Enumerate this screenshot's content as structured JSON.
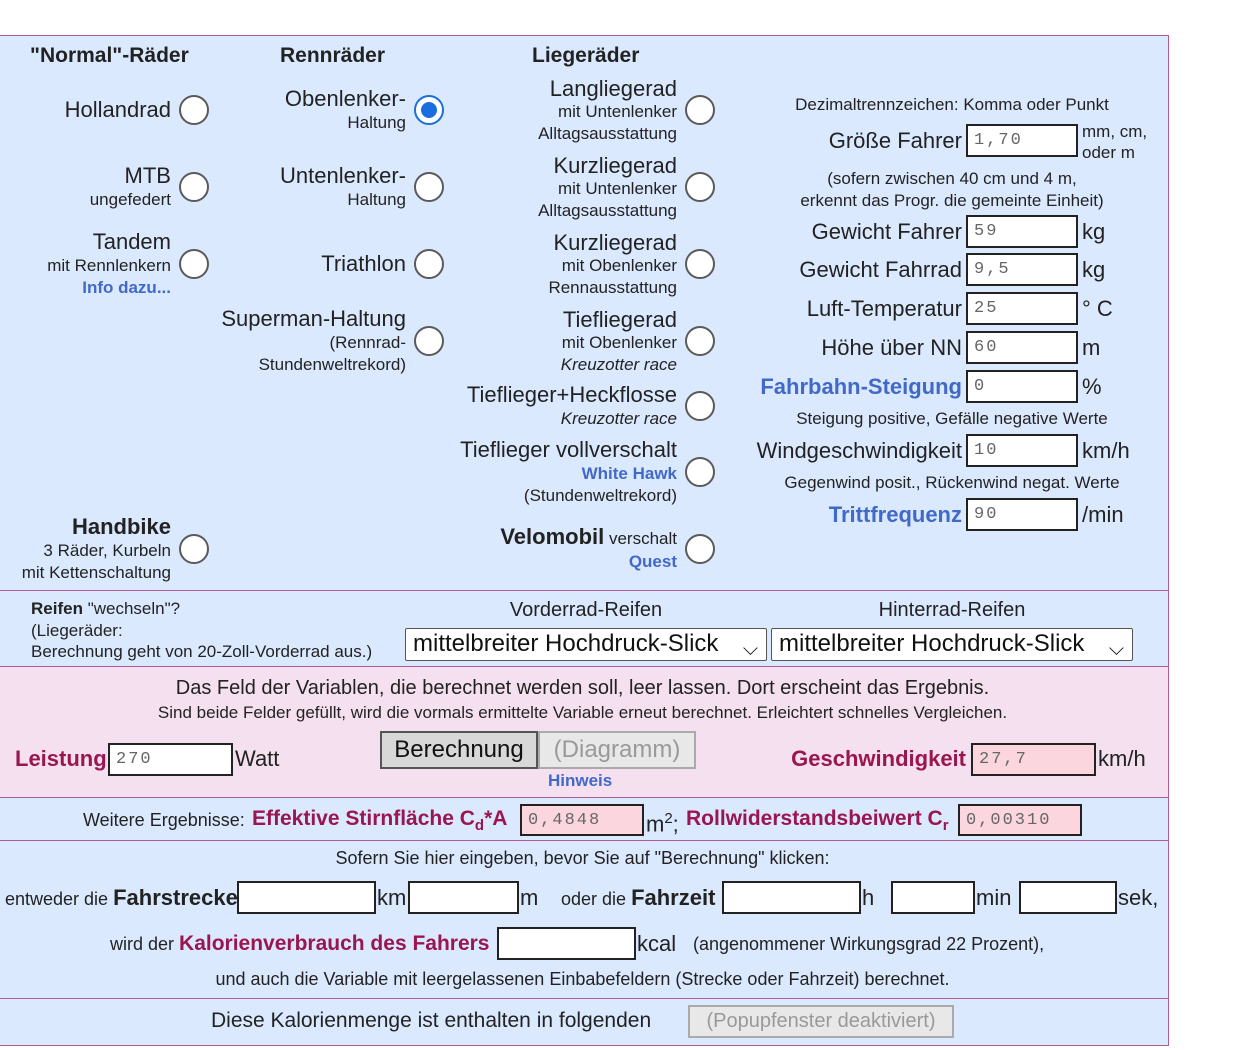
{
  "bikes": {
    "col_normal": "\"Normal\"-Räder",
    "col_race": "Rennräder",
    "col_recumbent": "Liegeräder",
    "hollandrad": "Hollandrad",
    "mtb": "MTB",
    "mtb_sub": "ungefedert",
    "tandem": "Tandem",
    "tandem_sub": "mit Rennlenkern",
    "tandem_info": "Info dazu...",
    "handbike": "Handbike",
    "handbike_sub1": "3 Räder, Kurbeln",
    "handbike_sub2": "mit Kettenschaltung",
    "oben": "Obenlenker-",
    "oben_sub": "Haltung",
    "unten": "Untenlenker-",
    "unten_sub": "Haltung",
    "triathlon": "Triathlon",
    "superman": "Superman-Haltung",
    "superman_sub1": "(Rennrad-",
    "superman_sub2": "Stundenweltrekord)",
    "lang": "Langliegerad",
    "lang_sub1": "mit Untenlenker",
    "lang_sub2": "Alltagsausstattung",
    "kurz1": "Kurzliegerad",
    "kurz1_sub1": "mit Untenlenker",
    "kurz1_sub2": "Alltagsausstattung",
    "kurz2": "Kurzliegerad",
    "kurz2_sub1": "mit Obenlenker",
    "kurz2_sub2": "Rennausstattung",
    "tief": "Tiefliegerad",
    "tief_sub1": "mit Obenlenker",
    "tief_sub2": "Kreuzotter race",
    "heck": "Tieflieger+Heckflosse",
    "heck_sub": "Kreuzotter race",
    "voll": "Tieflieger vollverschalt",
    "voll_sub1": "White Hawk",
    "voll_sub2": "(Stundenweltrekord)",
    "velo": "Velomobil",
    "velo_rest": " verschalt",
    "velo_sub": "Quest"
  },
  "params": {
    "decimal_note": "Dezimaltrennzeichen: Komma oder Punkt",
    "height_label": "Größe Fahrer",
    "height_value": "1,70",
    "height_unit1": "mm, cm,",
    "height_unit2": "oder m",
    "height_note1": "(sofern zwischen 40 cm und 4 m,",
    "height_note2": "erkennt das Progr. die gemeinte Einheit)",
    "weight_rider_label": "Gewicht Fahrer",
    "weight_rider_value": "59",
    "weight_rider_unit": "kg",
    "weight_bike_label": "Gewicht Fahrrad",
    "weight_bike_value": "9,5",
    "weight_bike_unit": "kg",
    "temp_label": "Luft-Temperatur",
    "temp_value": "25",
    "temp_unit": "° C",
    "alt_label": "Höhe über NN",
    "alt_value": "60",
    "alt_unit": "m",
    "slope_label": "Fahrbahn-Steigung",
    "slope_value": "0",
    "slope_unit": "%",
    "slope_note": "Steigung positive, Gefälle negative Werte",
    "wind_label": "Windgeschwindigkeit",
    "wind_value": "10",
    "wind_unit": "km/h",
    "wind_note": "Gegenwind posit., Rückenwind negat. Werte",
    "cadence_label": "Trittfrequenz",
    "cadence_value": "90",
    "cadence_unit": "/min"
  },
  "tires": {
    "title_bold": "Reifen",
    "title_rest": " \"wechseln\"?",
    "note1": "(Liegeräder:",
    "note2": "Berechnung geht von 20-Zoll-Vorderrad aus.)",
    "front_label": "Vorderrad-Reifen",
    "front_value": "mittelbreiter Hochdruck-Slick",
    "rear_label": "Hinterrad-Reifen",
    "rear_value": "mittelbreiter Hochdruck-Slick"
  },
  "calc": {
    "line1": "Das Feld der Variablen, die berechnet werden soll, leer lassen. Dort erscheint das Ergebnis.",
    "line2": "Sind beide Felder gefüllt, wird die vormals ermittelte Variable erneut berechnet. Erleichtert schnelles Vergleichen.",
    "power_label": "Leistung",
    "power_value": "270",
    "power_unit": "Watt",
    "calc_button": "Berechnung",
    "diagram_button": "(Diagramm)",
    "hints": "Hinweis",
    "speed_label": "Geschwindigkeit",
    "speed_value": "27,7",
    "speed_unit": "km/h"
  },
  "results": {
    "prefix": "Weitere Ergebnisse: ",
    "area_label": "Effektive Stirnfläche C",
    "area_sub": "d",
    "area_suffix": "*A",
    "area_value": "0,4848",
    "area_unit": "m",
    "area_exp": "2",
    "sep": ";",
    "roll_label": "Rollwiderstandsbeiwert C",
    "roll_sub": "r",
    "roll_value": "0,00310"
  },
  "distance": {
    "intro": "Sofern Sie hier eingeben, bevor Sie auf \"Berechnung\" klicken:",
    "either": "entweder die ",
    "dist_label": "Fahrstrecke",
    "km": "km",
    "m": "m",
    "or": "oder die ",
    "time_label": "Fahrzeit",
    "h": "h",
    "min": "min",
    "sek": "sek,",
    "kcal_prefix": "wird der ",
    "kcal_label": "Kalorienverbrauch des Fahrers",
    "kcal_unit": "kcal",
    "kcal_note": "(angenommener Wirkungsgrad 22 Prozent),",
    "final": "und auch die Variable mit leergelassenen Einbabefeldern (Strecke oder Fahrzeit) berechnet."
  },
  "food": {
    "label": "Diese Kalorienmenge ist enthalten in folgenden",
    "button": "(Popupfenster deaktiviert)"
  }
}
